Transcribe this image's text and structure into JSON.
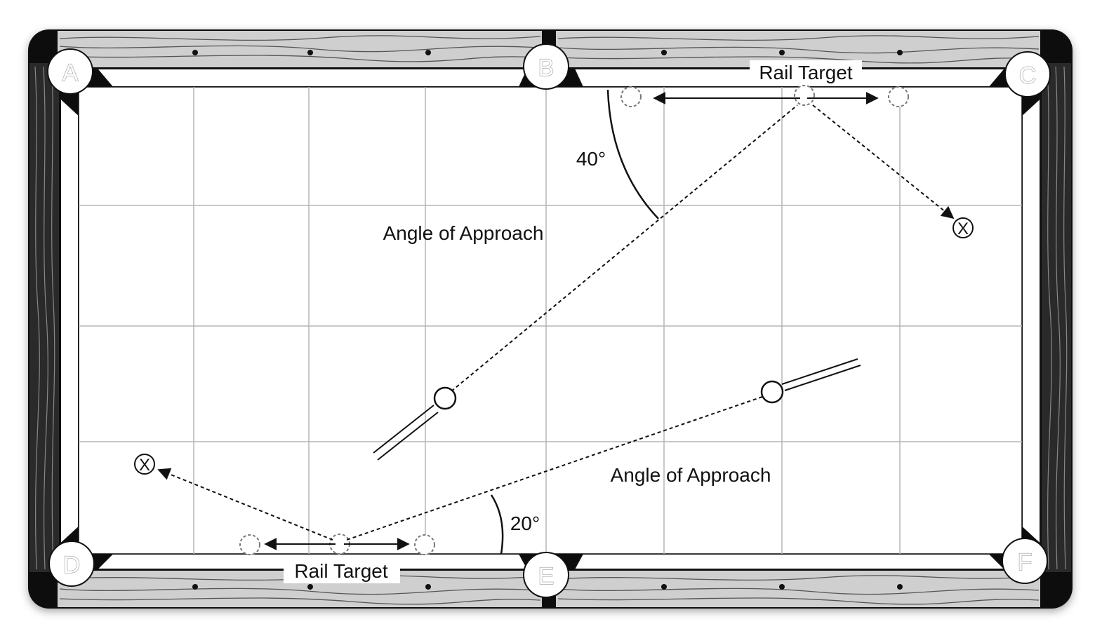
{
  "pockets": [
    "A",
    "B",
    "C",
    "D",
    "E",
    "F"
  ],
  "labels": {
    "rail_target_top": "Rail Target",
    "rail_target_bottom": "Rail Target",
    "angle_of_approach_1": "Angle of Approach",
    "angle_of_approach_2": "Angle of Approach",
    "angle_40": "40°",
    "angle_20": "20°"
  },
  "colors": {
    "frame": "#000000",
    "rail_wood": "#c9c9c9",
    "cloth": "#ffffff",
    "grid": "#b5b5b5"
  }
}
